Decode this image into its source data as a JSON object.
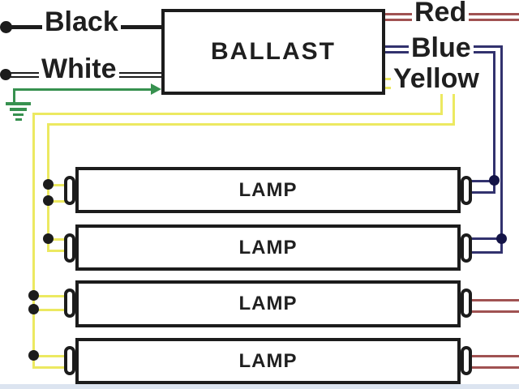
{
  "diagram": {
    "ballast_label": "BALLAST",
    "lamp_labels": [
      "LAMP",
      "LAMP",
      "LAMP",
      "LAMP"
    ],
    "wire_labels": {
      "black": "Black",
      "white": "White",
      "red": "Red",
      "blue": "Blue",
      "yellow": "Yellow"
    },
    "colors": {
      "black_wire": "#1c1c1c",
      "white_wire": "#ffffff",
      "green_wire": "#37914f",
      "red_wire": "#a05252",
      "blue_wire": "#32326e",
      "yellow_wire": "#ece961",
      "text": "#1f1f1f",
      "background": "#ffffff",
      "bottom_strip": "#dce4f0"
    }
  }
}
